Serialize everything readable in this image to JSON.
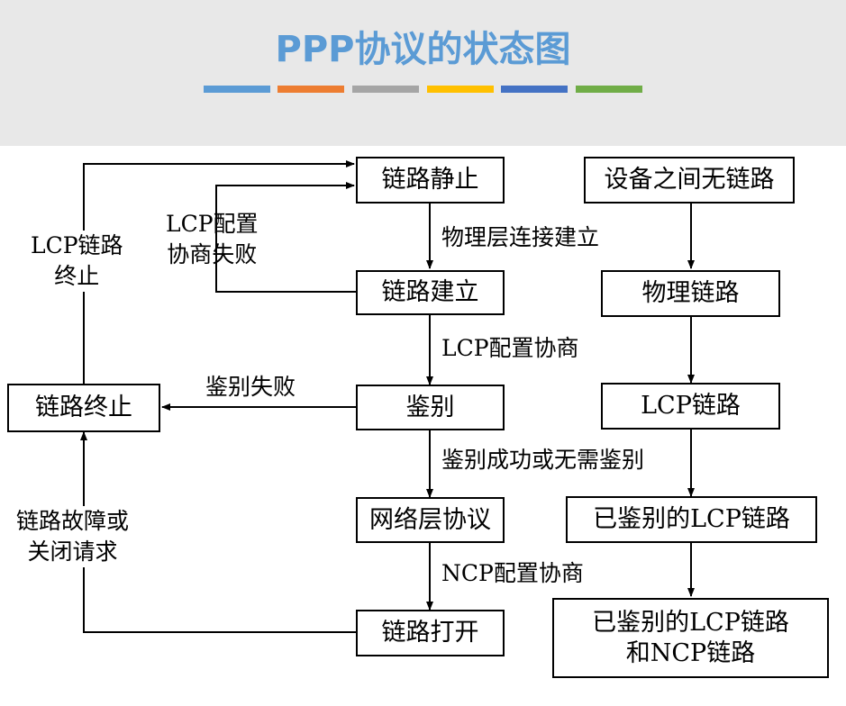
{
  "title": "PPP协议的状态图",
  "accent_bars": [
    "#5b9bd5",
    "#ed7d31",
    "#a5a5a5",
    "#ffc000",
    "#4472c4",
    "#70ad47"
  ],
  "states": {
    "link_dead": "链路静止",
    "link_establish": "链路建立",
    "authenticate": "鉴别",
    "network": "网络层协议",
    "link_open": "链路打开",
    "link_terminate": "链路终止"
  },
  "links": {
    "no_link": "设备之间无链路",
    "physical_link": "物理链路",
    "lcp_link": "LCP链路",
    "auth_lcp_link": "已鉴别的LCP链路",
    "auth_lcp_ncp_line1": "已鉴别的LCP链路",
    "auth_lcp_ncp_line2": "和NCP链路"
  },
  "transitions": {
    "physical_up": "物理层连接建立",
    "lcp_negotiate": "LCP配置协商",
    "auth_ok": "鉴别成功或无需鉴别",
    "ncp_negotiate": "NCP配置协商",
    "auth_fail": "鉴别失败",
    "lcp_fail_line1": "LCP配置",
    "lcp_fail_line2": "协商失败",
    "lcp_term_line1": "LCP链路",
    "lcp_term_line2": "终止",
    "fault_line1": "链路故障或",
    "fault_line2": "关闭请求"
  }
}
